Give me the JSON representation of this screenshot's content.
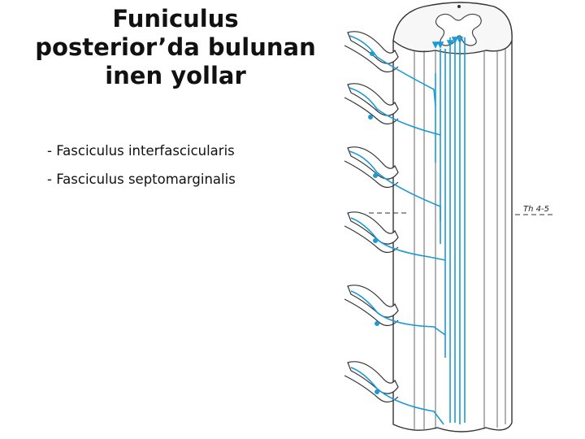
{
  "slide": {
    "title_lines": [
      "Funiculus",
      "posterior’da bulunan",
      "inen yollar"
    ],
    "bullets": [
      "- Fasciculus interfascicularis",
      "- Fasciculus septomarginalis"
    ]
  },
  "figure": {
    "segment_label": "Th 4-5",
    "colors": {
      "fiber": "#1a9ad6",
      "outline": "#333333"
    }
  }
}
